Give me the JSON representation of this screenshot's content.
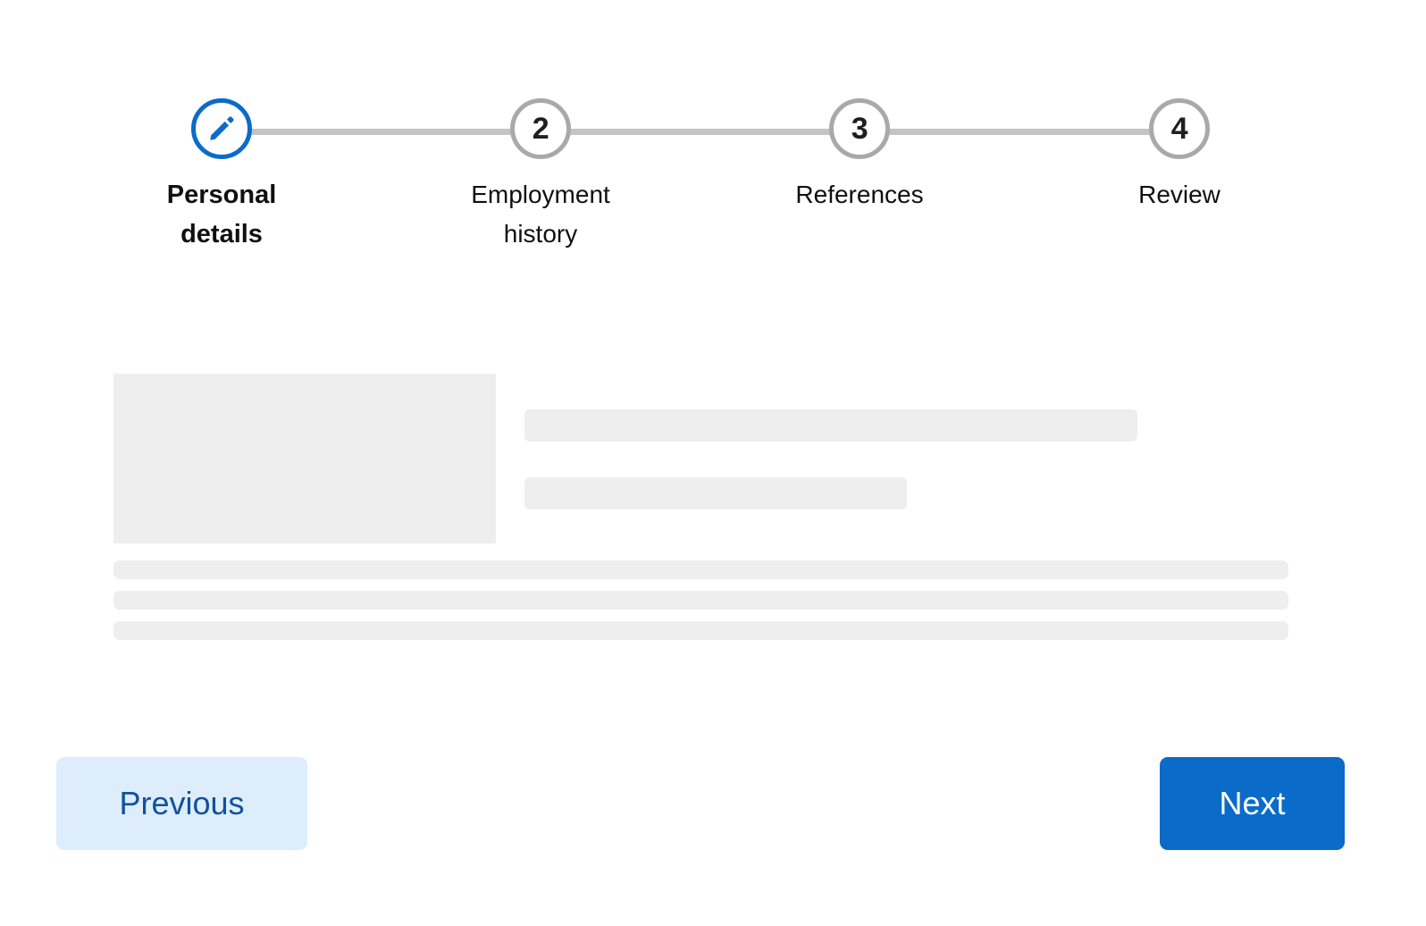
{
  "page": {
    "title": "Multi-step form progress stepper",
    "background": "#ffffff"
  },
  "colors": {
    "accent_blue": "#0b6bc9",
    "previous_button_bg": "#ddedfc",
    "previous_button_text": "#11529a",
    "next_button_bg": "#0b6bc9",
    "next_button_text": "#ffffff",
    "inactive_circle_border": "#a9a9a9",
    "connector_line": "#c4c4c4",
    "skeleton_fill": "#efeeef",
    "label_text": "#101010"
  },
  "stepper": {
    "current_step": 1,
    "total_steps": 4,
    "steps": [
      {
        "index": 1,
        "marker": "pencil-icon",
        "label": "Personal\ndetails",
        "state": "current"
      },
      {
        "index": 2,
        "marker": "2",
        "label": "Employment\nhistory",
        "state": "upcoming"
      },
      {
        "index": 3,
        "marker": "3",
        "label": "References",
        "state": "upcoming"
      },
      {
        "index": 4,
        "marker": "4",
        "label": "Review",
        "state": "upcoming"
      }
    ]
  },
  "content": {
    "state": "loading-placeholder",
    "placeholders": [
      {
        "name": "hero-block",
        "shape": "rectangle"
      },
      {
        "name": "line-long",
        "shape": "bar"
      },
      {
        "name": "line-short",
        "shape": "bar"
      },
      {
        "name": "row-1",
        "shape": "bar"
      },
      {
        "name": "row-2",
        "shape": "bar"
      },
      {
        "name": "row-3",
        "shape": "bar"
      }
    ]
  },
  "footer": {
    "previous_label": "Previous",
    "next_label": "Next"
  }
}
